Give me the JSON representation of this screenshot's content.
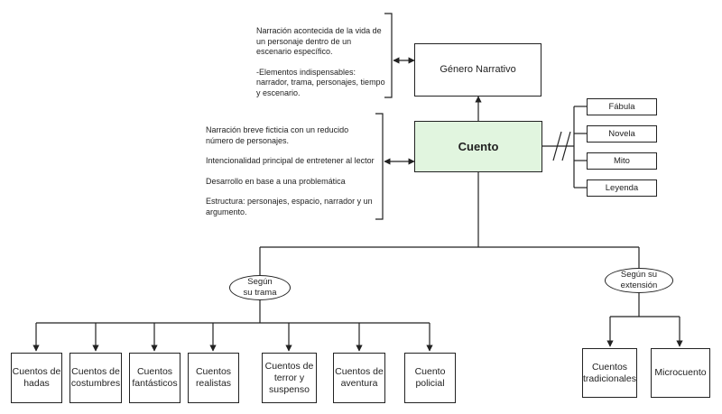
{
  "genero": "Género Narrativo",
  "cuento": "Cuento",
  "genero_note": [
    "Narración acontecida de la vida de\nun personaje dentro de un\nescenario específico.",
    "-Elementos indispensables:\nnarrador, trama, personajes, tiempo\ny escenario."
  ],
  "cuento_note": [
    "Narración breve ficticia con un reducido\nnúmero de personajes.",
    "Intencionalidad principal de entretener al lector",
    "Desarrollo en base a una problemática",
    "Estructura: personajes, espacio, narrador y un\nargumento."
  ],
  "types": [
    "Fábula",
    "Novela",
    "Mito",
    "Leyenda"
  ],
  "trama_label": "Según\nsu trama",
  "extension_label": "Según su\nextensión",
  "trama_items": [
    "Cuentos de\nhadas",
    "Cuentos de\ncostumbres",
    "Cuentos\nfantásticos",
    "Cuentos\nrealistas",
    "Cuentos de\nterror y\nsuspenso",
    "Cuentos de\naventura",
    "Cuento\npolicial"
  ],
  "extension_items": [
    "Cuentos\ntradicionales",
    "Microcuento"
  ],
  "colors": {
    "cuento_fill": "#e1f5df",
    "line": "#222222"
  }
}
